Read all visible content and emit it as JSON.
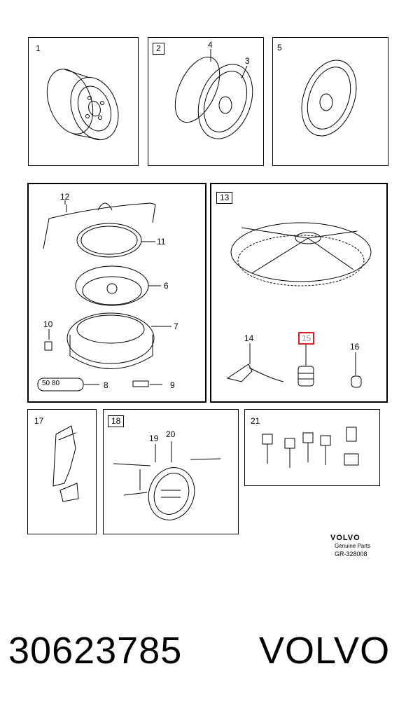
{
  "panels": [
    {
      "id": "1",
      "label": "1"
    },
    {
      "id": "2",
      "label": "2"
    },
    {
      "id": "5",
      "label": "5"
    },
    {
      "id": "12",
      "label": "12"
    },
    {
      "id": "13",
      "label": "13"
    },
    {
      "id": "17",
      "label": "17"
    },
    {
      "id": "18",
      "label": "18"
    },
    {
      "id": "21",
      "label": "21"
    }
  ],
  "callouts": {
    "c3": "3",
    "c4": "4",
    "c6": "6",
    "c7": "7",
    "c8": "8",
    "c9": "9",
    "c10": "10",
    "c11": "11",
    "c14": "14",
    "c15": "15",
    "c16": "16",
    "c19": "19",
    "c20": "20"
  },
  "badge_text": "50 80",
  "footer": {
    "logo": "VOLVO",
    "genuine": "Genuine Parts",
    "code": "GR-328008"
  },
  "caption": {
    "part_number": "30623785",
    "brand": "VOLVO"
  },
  "highlight_color": "#d2232a"
}
